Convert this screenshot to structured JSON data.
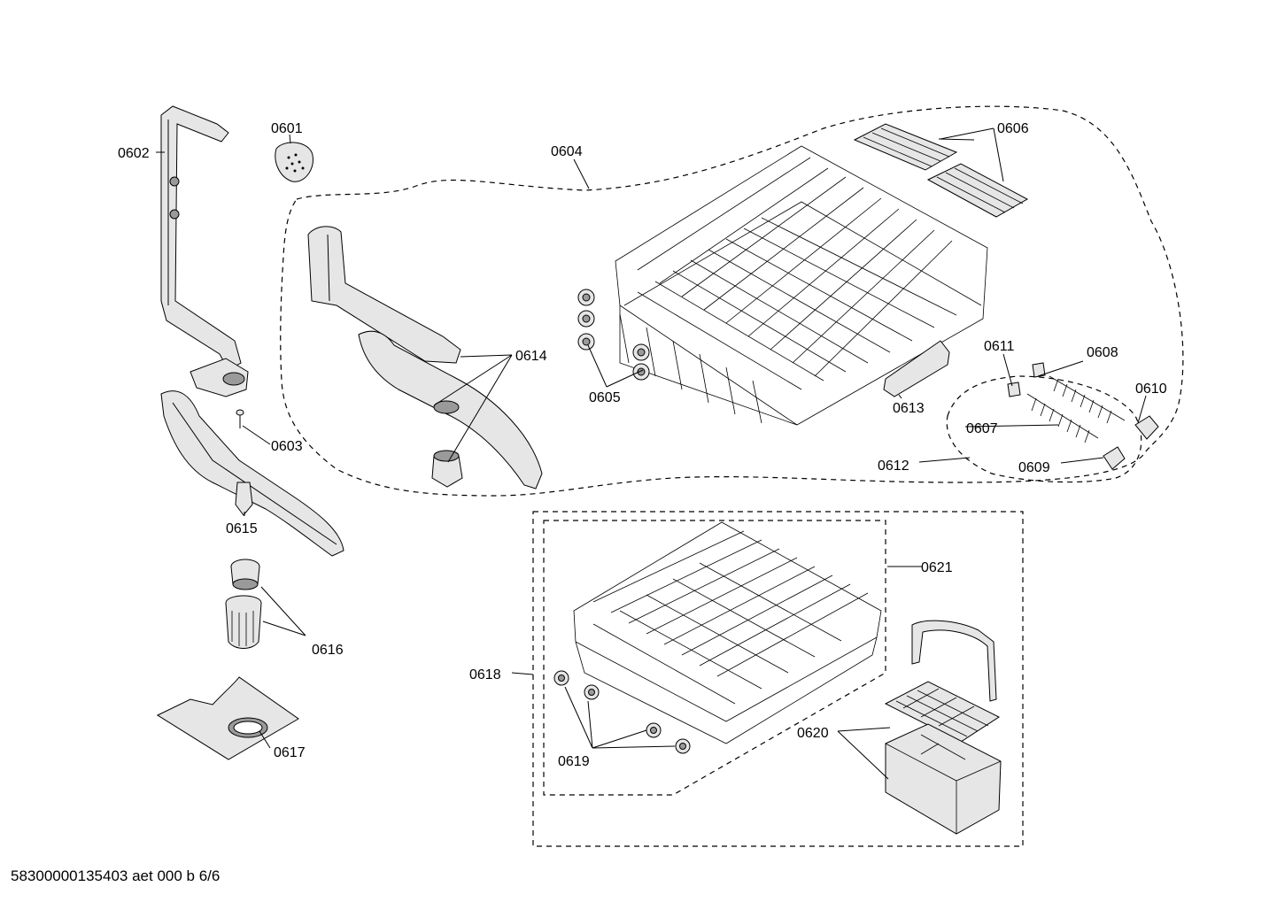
{
  "callouts": {
    "c0601": "0601",
    "c0602": "0602",
    "c0603": "0603",
    "c0604": "0604",
    "c0605": "0605",
    "c0606": "0606",
    "c0607": "0607",
    "c0608": "0608",
    "c0609": "0609",
    "c0610": "0610",
    "c0611": "0611",
    "c0612": "0612",
    "c0613": "0613",
    "c0614": "0614",
    "c0615": "0615",
    "c0616": "0616",
    "c0617": "0617",
    "c0618": "0618",
    "c0619": "0619",
    "c0620": "0620",
    "c0621": "0621"
  },
  "footer": {
    "document_code": "58300000135403 aet 000 b 6/6"
  }
}
